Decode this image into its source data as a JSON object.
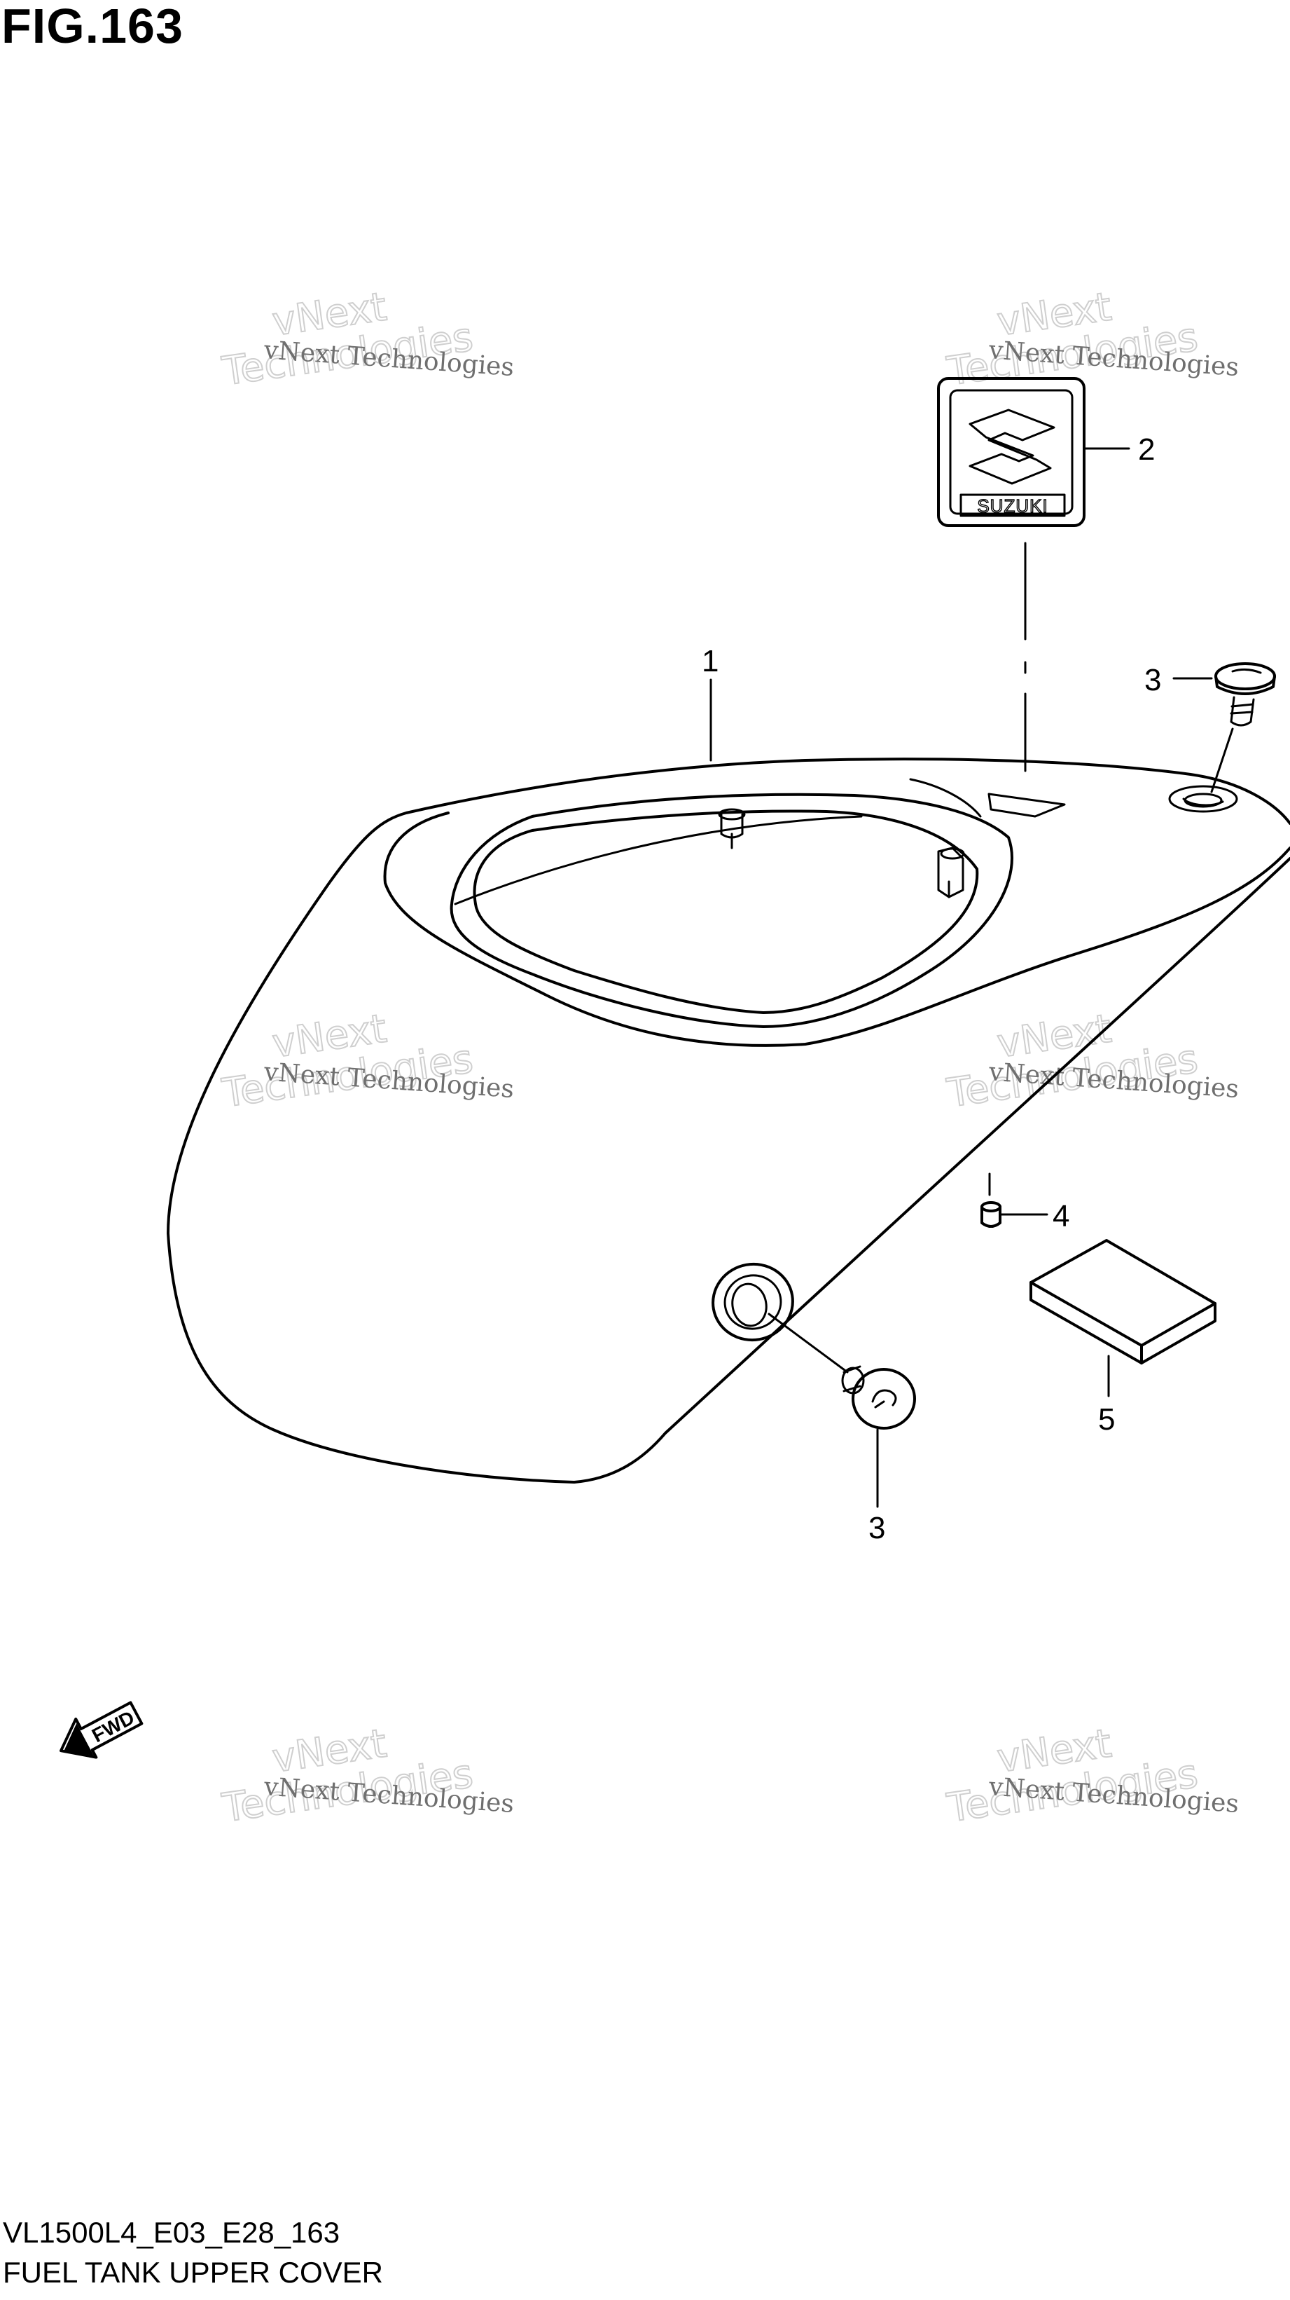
{
  "figure": {
    "title": "FIG.163",
    "code": "VL1500L4_E03_E28_163",
    "name": "FUEL TANK UPPER COVER"
  },
  "callouts": {
    "c1": "1",
    "c2": "2",
    "c3a": "3",
    "c3b": "3",
    "c4": "4",
    "c5": "5"
  },
  "emblem": {
    "text": "SUZUKI"
  },
  "fwd": {
    "text": "FWD"
  },
  "watermarks": [
    {
      "line1": "vNext Technologies",
      "line2": "Technologies",
      "line3": "vNext"
    },
    {
      "line1": "vNext Technologies",
      "line2": "Technologies",
      "line3": "vNext"
    },
    {
      "line1": "vNext Technologies",
      "line2": "Technologies",
      "line3": "vNext"
    },
    {
      "line1": "vNext Technologies",
      "line2": "Technologies",
      "line3": "vNext"
    },
    {
      "line1": "vNext Technologies",
      "line2": "Technologies",
      "line3": "vNext"
    },
    {
      "line1": "vNext Technologies",
      "line2": "Technologies",
      "line3": "vNext"
    }
  ]
}
